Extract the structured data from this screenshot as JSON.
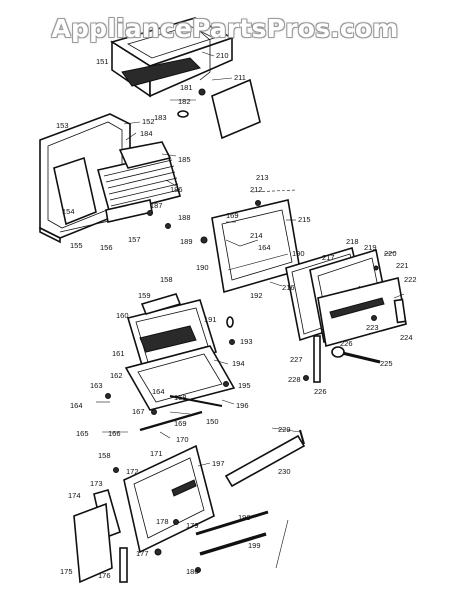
{
  "watermark": "AppliancePartsPros.com",
  "callouts": [
    "150",
    "151",
    "152",
    "153",
    "154",
    "155",
    "156",
    "157",
    "158",
    "159",
    "160",
    "161",
    "162",
    "163",
    "164",
    "165",
    "166",
    "167",
    "168",
    "169",
    "170",
    "171",
    "172",
    "173",
    "174",
    "175",
    "176",
    "177",
    "178",
    "179",
    "180",
    "181",
    "182",
    "183",
    "184",
    "185",
    "186",
    "187",
    "188",
    "189",
    "190",
    "191",
    "192",
    "193",
    "194",
    "195",
    "196",
    "197",
    "198",
    "199",
    "210",
    "211",
    "212",
    "213",
    "214",
    "215",
    "216",
    "217",
    "218",
    "219",
    "220",
    "221",
    "222",
    "223",
    "224",
    "225",
    "226",
    "227",
    "228",
    "229",
    "230"
  ]
}
